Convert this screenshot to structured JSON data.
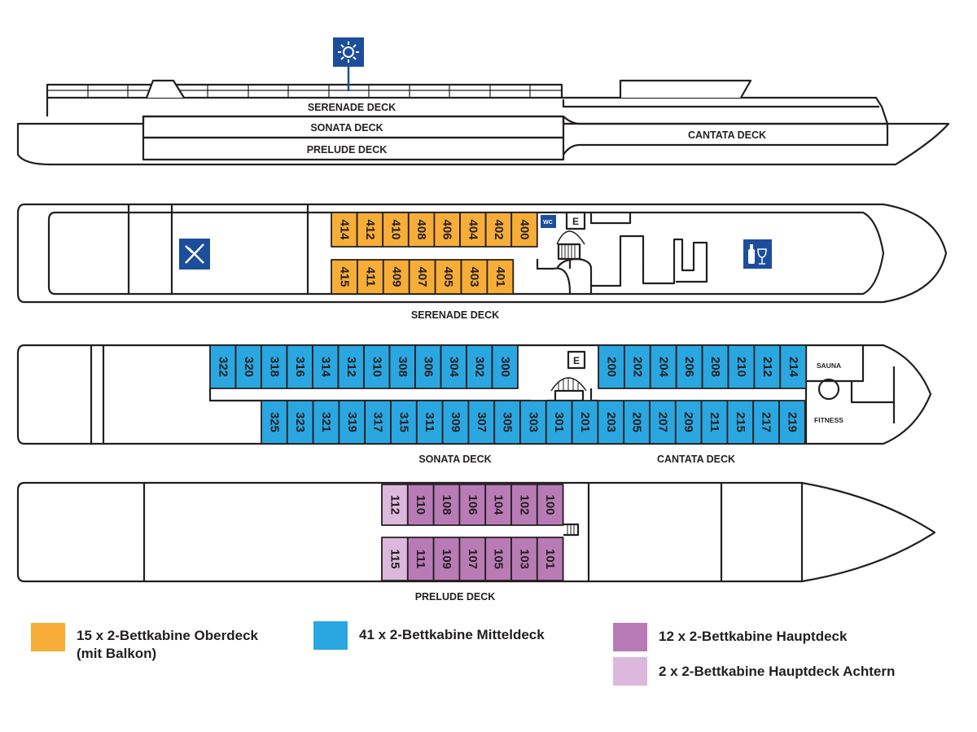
{
  "colors": {
    "outline": "#231f20",
    "oberdeck": "#f7ad37",
    "mitteldeck": "#2aa7e0",
    "hauptdeck": "#b87bb6",
    "hauptdeck_achtern": "#dcb8dc",
    "icon_blue": "#1c4e9c"
  },
  "profile": {
    "serenade_label": "SERENADE DECK",
    "sonata_label": "SONATA DECK",
    "prelude_label": "PRELUDE DECK",
    "cantata_label": "CANTATA DECK",
    "sun_icon": "sun-icon"
  },
  "serenade_deck": {
    "caption": "SERENADE DECK",
    "top_row": [
      "414",
      "412",
      "410",
      "408",
      "406",
      "404",
      "402",
      "400"
    ],
    "bottom_row": [
      "415",
      "411",
      "409",
      "407",
      "405",
      "403",
      "401"
    ],
    "wc_label": "WC",
    "elevator_label": "E",
    "restaurant_icon": "cutlery-icon",
    "bar_icon": "wine-icon"
  },
  "sonata_deck": {
    "caption_sonata": "SONATA DECK",
    "caption_cantata": "CANTATA DECK",
    "top_row_300": [
      "322",
      "320",
      "318",
      "316",
      "314",
      "312",
      "310",
      "308",
      "306",
      "304",
      "302",
      "300"
    ],
    "top_row_200": [
      "200",
      "202",
      "204",
      "206",
      "208",
      "210",
      "212",
      "214"
    ],
    "bottom_row": [
      "325",
      "323",
      "321",
      "319",
      "317",
      "315",
      "311",
      "309",
      "307",
      "305",
      "303",
      "301",
      "201",
      "203",
      "205",
      "207",
      "209",
      "211",
      "215",
      "217",
      "219"
    ],
    "elevator_label": "E",
    "sauna_label": "SAUNA",
    "fitness_label": "FITNESS"
  },
  "prelude_deck": {
    "caption": "PRELUDE DECK",
    "top_row": [
      "112",
      "110",
      "108",
      "106",
      "104",
      "102",
      "100"
    ],
    "bottom_row": [
      "115",
      "111",
      "109",
      "107",
      "105",
      "103",
      "101"
    ]
  },
  "legend": {
    "oberdeck_line1": "15 x 2-Bettkabine Oberdeck",
    "oberdeck_line2": "(mit Balkon)",
    "mitteldeck": "41 x 2-Bettkabine Mitteldeck",
    "hauptdeck": "12 x 2-Bettkabine Hauptdeck",
    "hauptdeck_achtern": "2 x 2-Bettkabine Hauptdeck Achtern"
  }
}
